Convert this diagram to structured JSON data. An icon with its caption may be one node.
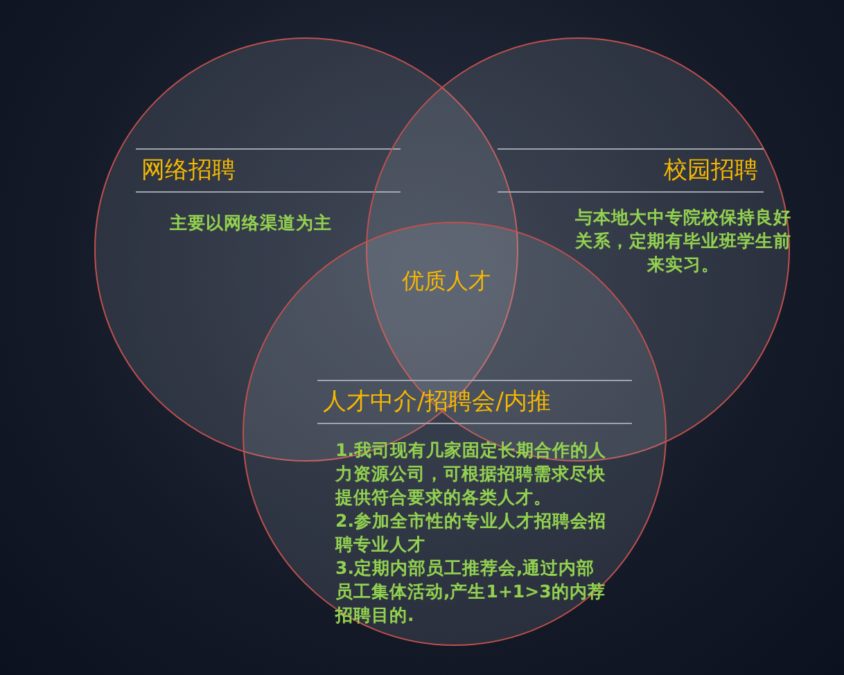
{
  "diagram": {
    "nodes": [
      {
        "text": [
          "网络招聘",
          "主要以网络渠道为主"
        ]
      },
      {
        "text": [
          "校园招聘",
          "与本地大中专院校保持良好关系，定期有毕业班学生前来实习。"
        ]
      },
      {
        "text": [
          "人才中介/招聘会/内推",
          "1.我司现有几家固定长期合作的人力资源公司，可根据招聘需求尽快提供符合要求的各类人才。",
          "2.参加全市性的专业人才招聘会招聘专业人才",
          "3.定期内部员工推荐会,通过内部员工集体活动,产生1+1>3的内荐招聘目的."
        ]
      }
    ],
    "edges": [],
    "labels": [
      "优质人才"
    ]
  }
}
